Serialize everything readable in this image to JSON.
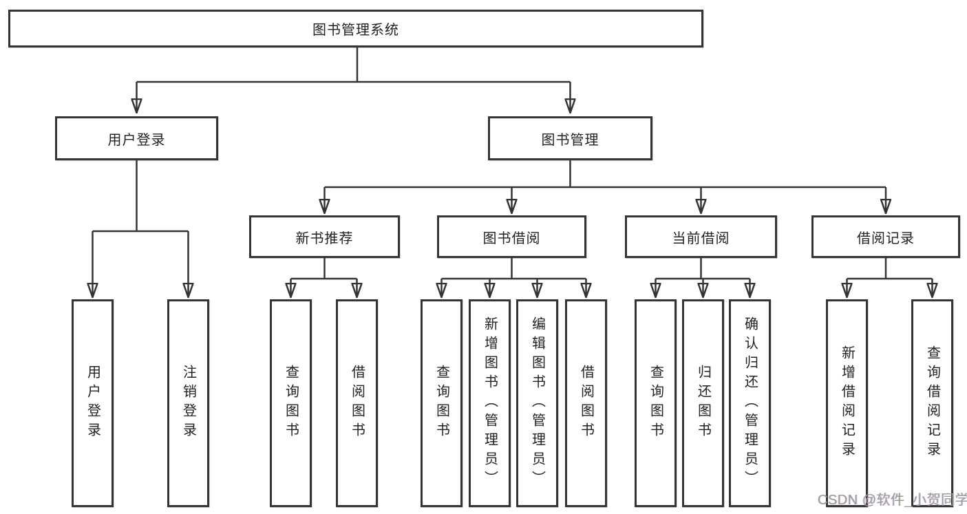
{
  "diagram": {
    "watermark": "CSDN @软件_小贺同学",
    "colors": {
      "line": "#333333",
      "box_border": "#343434",
      "box_fill": "#ffffff",
      "text": "#222222",
      "watermark_text": "#9b9b9b",
      "background": "#ffffff"
    },
    "root": {
      "label": "图书管理系统",
      "children": [
        {
          "label": "用户登录",
          "children": [
            {
              "label": "用户登录"
            },
            {
              "label": "注销登录"
            }
          ]
        },
        {
          "label": "图书管理",
          "children": [
            {
              "label": "新书推荐",
              "children": [
                {
                  "label": "查询图书"
                },
                {
                  "label": "借阅图书"
                }
              ]
            },
            {
              "label": "图书借阅",
              "children": [
                {
                  "label": "查询图书"
                },
                {
                  "label": "新增图书（管理员）"
                },
                {
                  "label": "编辑图书（管理员）"
                },
                {
                  "label": "借阅图书"
                }
              ]
            },
            {
              "label": "当前借阅",
              "children": [
                {
                  "label": "查询图书"
                },
                {
                  "label": "归还图书"
                },
                {
                  "label": "确认归还（管理员）"
                }
              ]
            },
            {
              "label": "借阅记录",
              "children": [
                {
                  "label": "新增借阅记录"
                },
                {
                  "label": "查询借阅记录"
                }
              ]
            }
          ]
        }
      ]
    }
  }
}
